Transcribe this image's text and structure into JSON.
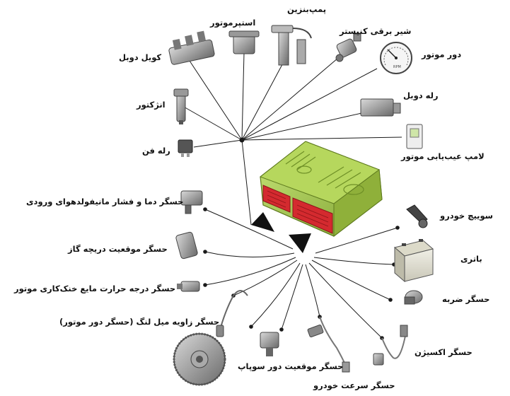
{
  "labels": {
    "pump": "پمپ‌بنزین",
    "stepper": "استپرموتور",
    "canister_valve": "شیر برقی کنیستر",
    "double_coil": "کویل دوبل",
    "rpm_meter": "دور موتور",
    "injector": "انژکتور",
    "double_relay": "رله دوبل",
    "fan_relay": "رله فن",
    "mil_lamp": "لامپ عیب‌یابی موتور",
    "map_sensor": "حسگر دما و فشار مانیفولدهوای ورودی",
    "switch": "سوییچ خودرو",
    "tps_sensor": "حسگر موقعیت دریچه گاز",
    "battery": "باتری",
    "coolant_sensor": "حسگر درجه حرارت مایع خنک‌کاری موتور",
    "knock_sensor": "حسگر ضربه",
    "crank_sensor": "حسگر زاویه میل لنگ (حسگر دور موتور)",
    "oxygen_sensor": "حسگر اکسیژن",
    "cam_sensor": "حسگر موقعیت دور سوپاپ",
    "speed_sensor": "حسگر سرعت خودرو"
  },
  "gauge_text": "RPM",
  "colors": {
    "ecu_body": "#a6cc4a",
    "ecu_dark": "#6e8f26",
    "connector": "#d42a2f",
    "line": "#1a1a1a",
    "part_gray": "#8a8a8a"
  }
}
